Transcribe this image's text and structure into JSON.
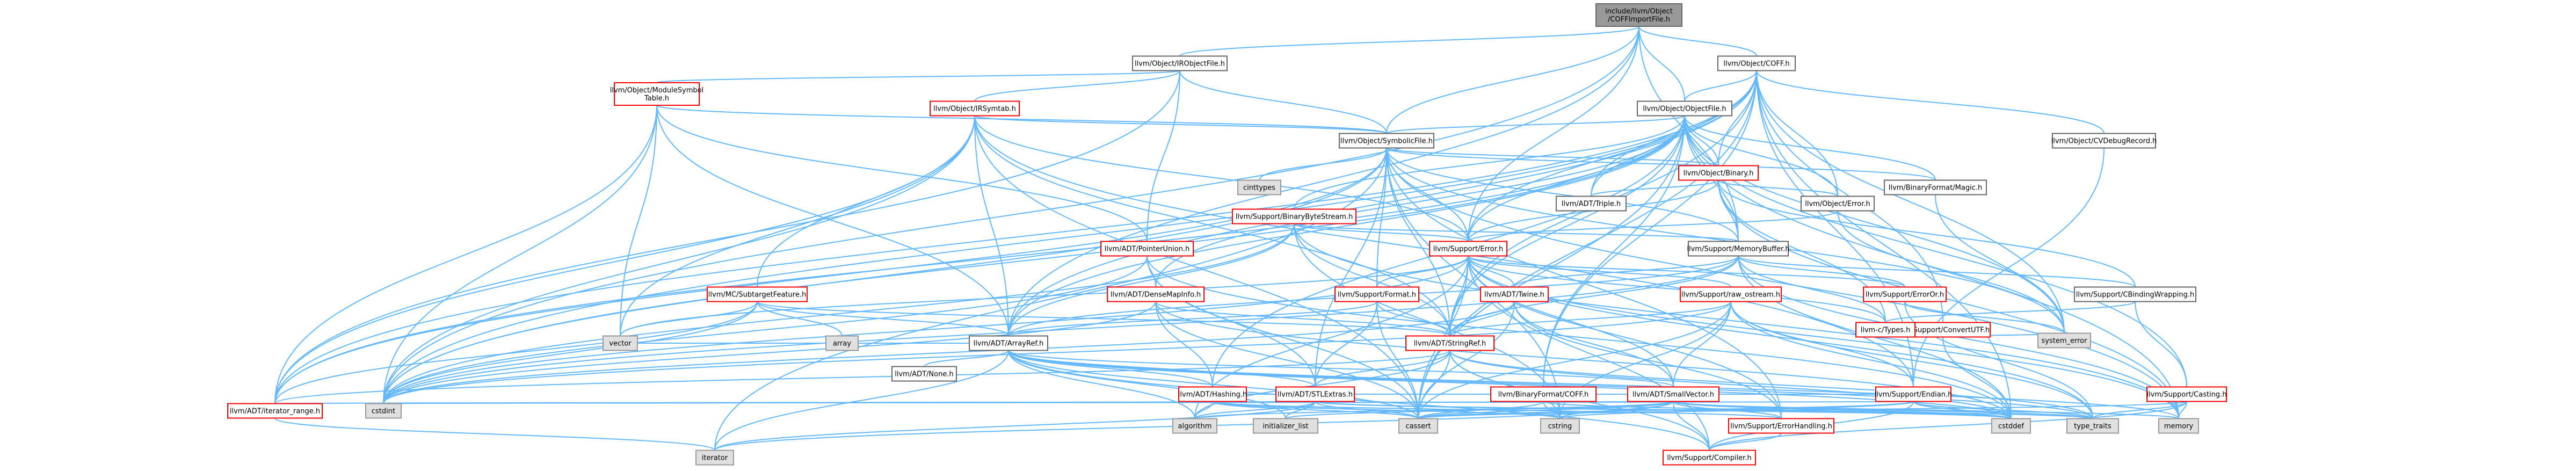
{
  "colors": {
    "edge": "#63b8ff",
    "root_fill": "#999999",
    "node_border": "#666666",
    "missing_fill": "#e0e0e0",
    "link_border": "#ff0000"
  },
  "nodes": [
    {
      "id": "root",
      "kind": "root",
      "lines": [
        "include/llvm/Object",
        "/COFFImportFile.h"
      ]
    },
    {
      "id": "irobjectfile",
      "kind": "normal",
      "lines": [
        "llvm/Object/IRObjectFile.h"
      ]
    },
    {
      "id": "coff",
      "kind": "normal",
      "lines": [
        "llvm/Object/COFF.h"
      ]
    },
    {
      "id": "modulesymtab",
      "kind": "redlink",
      "lines": [
        "llvm/Object/ModuleSymbol",
        "Table.h"
      ]
    },
    {
      "id": "irsymtab",
      "kind": "redlink",
      "lines": [
        "llvm/Object/IRSymtab.h"
      ]
    },
    {
      "id": "objectfile",
      "kind": "normal",
      "lines": [
        "llvm/Object/ObjectFile.h"
      ]
    },
    {
      "id": "cvdebug",
      "kind": "normal",
      "lines": [
        "llvm/Object/CVDebugRecord.h"
      ]
    },
    {
      "id": "symbolicfile",
      "kind": "normal",
      "lines": [
        "llvm/Object/SymbolicFile.h"
      ]
    },
    {
      "id": "binary",
      "kind": "redlink",
      "lines": [
        "llvm/Object/Binary.h"
      ]
    },
    {
      "id": "cinttypes",
      "kind": "missing",
      "lines": [
        "cinttypes"
      ]
    },
    {
      "id": "bfmagic",
      "kind": "normal",
      "lines": [
        "llvm/BinaryFormat/Magic.h"
      ]
    },
    {
      "id": "triple",
      "kind": "normal",
      "lines": [
        "llvm/ADT/Triple.h"
      ]
    },
    {
      "id": "objerror",
      "kind": "normal",
      "lines": [
        "llvm/Object/Error.h"
      ]
    },
    {
      "id": "binstream",
      "kind": "redlink",
      "lines": [
        "llvm/Support/BinaryByteStream.h"
      ]
    },
    {
      "id": "superror",
      "kind": "redlink",
      "lines": [
        "llvm/Support/Error.h"
      ]
    },
    {
      "id": "membuf",
      "kind": "normal",
      "lines": [
        "llvm/Support/MemoryBuffer.h"
      ]
    },
    {
      "id": "ptrunion",
      "kind": "redlink",
      "lines": [
        "llvm/ADT/PointerUnion.h"
      ]
    },
    {
      "id": "subtarget",
      "kind": "redlink",
      "lines": [
        "llvm/MC/SubtargetFeature.h"
      ]
    },
    {
      "id": "densemapinfo",
      "kind": "redlink",
      "lines": [
        "llvm/ADT/DenseMapInfo.h"
      ]
    },
    {
      "id": "format",
      "kind": "redlink",
      "lines": [
        "llvm/Support/Format.h"
      ]
    },
    {
      "id": "twine",
      "kind": "redlink",
      "lines": [
        "llvm/ADT/Twine.h"
      ]
    },
    {
      "id": "rawostream",
      "kind": "redlink",
      "lines": [
        "llvm/Support/raw_ostream.h"
      ]
    },
    {
      "id": "erroror",
      "kind": "redlink",
      "lines": [
        "llvm/Support/ErrorOr.h"
      ]
    },
    {
      "id": "cbinding",
      "kind": "normal",
      "lines": [
        "llvm/Support/CBindingWrapping.h"
      ]
    },
    {
      "id": "convertutf",
      "kind": "redlink",
      "lines": [
        "llvm/Support/ConvertUTF.h"
      ]
    },
    {
      "id": "ctypes",
      "kind": "redlink",
      "lines": [
        "llvm-c/Types.h"
      ]
    },
    {
      "id": "systemerror",
      "kind": "missing",
      "lines": [
        "system_error"
      ]
    },
    {
      "id": "vector",
      "kind": "missing",
      "lines": [
        "vector"
      ]
    },
    {
      "id": "arrayref",
      "kind": "normal",
      "lines": [
        "llvm/ADT/ArrayRef.h"
      ]
    },
    {
      "id": "array",
      "kind": "missing",
      "lines": [
        "array"
      ]
    },
    {
      "id": "none",
      "kind": "normal",
      "lines": [
        "llvm/ADT/None.h"
      ]
    },
    {
      "id": "stringref",
      "kind": "redlink",
      "lines": [
        "llvm/ADT/StringRef.h"
      ]
    },
    {
      "id": "hashing",
      "kind": "redlink",
      "lines": [
        "llvm/ADT/Hashing.h"
      ]
    },
    {
      "id": "stlextras",
      "kind": "redlink",
      "lines": [
        "llvm/ADT/STLExtras.h"
      ]
    },
    {
      "id": "bfcoff",
      "kind": "redlink",
      "lines": [
        "llvm/BinaryFormat/COFF.h"
      ]
    },
    {
      "id": "smallvector",
      "kind": "redlink",
      "lines": [
        "llvm/ADT/SmallVector.h"
      ]
    },
    {
      "id": "endian",
      "kind": "redlink",
      "lines": [
        "llvm/Support/Endian.h"
      ]
    },
    {
      "id": "casting",
      "kind": "redlink",
      "lines": [
        "llvm/Support/Casting.h"
      ]
    },
    {
      "id": "iterrange",
      "kind": "redlink",
      "lines": [
        "llvm/ADT/iterator_range.h"
      ]
    },
    {
      "id": "cstdint",
      "kind": "missing",
      "lines": [
        "cstdint"
      ]
    },
    {
      "id": "algorithm",
      "kind": "missing",
      "lines": [
        "algorithm"
      ]
    },
    {
      "id": "initlist",
      "kind": "missing",
      "lines": [
        "initializer_list"
      ]
    },
    {
      "id": "cassert",
      "kind": "missing",
      "lines": [
        "cassert"
      ]
    },
    {
      "id": "cstring",
      "kind": "missing",
      "lines": [
        "cstring"
      ]
    },
    {
      "id": "errhandling",
      "kind": "redlink",
      "lines": [
        "llvm/Support/ErrorHandling.h"
      ]
    },
    {
      "id": "cstddef",
      "kind": "missing",
      "lines": [
        "cstddef"
      ]
    },
    {
      "id": "typetraits",
      "kind": "missing",
      "lines": [
        "type_traits"
      ]
    },
    {
      "id": "memory",
      "kind": "missing",
      "lines": [
        "memory"
      ]
    },
    {
      "id": "compiler",
      "kind": "redlink",
      "lines": [
        "llvm/Support/Compiler.h"
      ]
    },
    {
      "id": "iterator",
      "kind": "missing",
      "lines": [
        "iterator"
      ]
    }
  ],
  "edges": [
    [
      "root",
      "irobjectfile"
    ],
    [
      "root",
      "coff"
    ],
    [
      "root",
      "objectfile"
    ],
    [
      "root",
      "symbolicfile"
    ],
    [
      "root",
      "arrayref"
    ],
    [
      "root",
      "membuf"
    ],
    [
      "root",
      "superror"
    ],
    [
      "root",
      "cstdint"
    ],
    [
      "irobjectfile",
      "modulesymtab"
    ],
    [
      "irobjectfile",
      "irsymtab"
    ],
    [
      "irobjectfile",
      "symbolicfile"
    ],
    [
      "irobjectfile",
      "ptrunion"
    ],
    [
      "irobjectfile",
      "iterrange"
    ],
    [
      "coff",
      "objectfile"
    ],
    [
      "coff",
      "cvdebug"
    ],
    [
      "coff",
      "binary"
    ],
    [
      "coff",
      "objerror"
    ],
    [
      "coff",
      "superror"
    ],
    [
      "coff",
      "convertutf"
    ],
    [
      "coff",
      "endian"
    ],
    [
      "coff",
      "bfcoff"
    ],
    [
      "coff",
      "stringref"
    ],
    [
      "coff",
      "arrayref"
    ],
    [
      "coff",
      "iterrange"
    ],
    [
      "coff",
      "cassert"
    ],
    [
      "coff",
      "cstddef"
    ],
    [
      "coff",
      "cstdint"
    ],
    [
      "coff",
      "systemerror"
    ],
    [
      "coff",
      "triple"
    ],
    [
      "modulesymtab",
      "symbolicfile"
    ],
    [
      "modulesymtab",
      "ptrunion"
    ],
    [
      "modulesymtab",
      "arrayref"
    ],
    [
      "modulesymtab",
      "vector"
    ],
    [
      "modulesymtab",
      "iterrange"
    ],
    [
      "modulesymtab",
      "cstdint"
    ],
    [
      "irsymtab",
      "symbolicfile"
    ],
    [
      "irsymtab",
      "subtarget"
    ],
    [
      "irsymtab",
      "arrayref"
    ],
    [
      "irsymtab",
      "stringref"
    ],
    [
      "irsymtab",
      "iterrange"
    ],
    [
      "irsymtab",
      "vector"
    ],
    [
      "irsymtab",
      "cassert"
    ],
    [
      "irsymtab",
      "cstdint"
    ],
    [
      "irsymtab",
      "superror"
    ],
    [
      "irsymtab",
      "endian"
    ],
    [
      "objectfile",
      "symbolicfile"
    ],
    [
      "objectfile",
      "binary"
    ],
    [
      "objectfile",
      "bfmagic"
    ],
    [
      "objectfile",
      "triple"
    ],
    [
      "objectfile",
      "objerror"
    ],
    [
      "objectfile",
      "binstream"
    ],
    [
      "objectfile",
      "superror"
    ],
    [
      "objectfile",
      "membuf"
    ],
    [
      "objectfile",
      "densemapinfo"
    ],
    [
      "objectfile",
      "arrayref"
    ],
    [
      "objectfile",
      "stringref"
    ],
    [
      "objectfile",
      "casting"
    ],
    [
      "objectfile",
      "iterrange"
    ],
    [
      "objectfile",
      "cassert"
    ],
    [
      "objectfile",
      "cstdint"
    ],
    [
      "objectfile",
      "memory"
    ],
    [
      "objectfile",
      "systemerror"
    ],
    [
      "objectfile",
      "hashing"
    ],
    [
      "objectfile",
      "bfcoff"
    ],
    [
      "cvdebug",
      "endian"
    ],
    [
      "symbolicfile",
      "binary"
    ],
    [
      "symbolicfile",
      "cinttypes"
    ],
    [
      "symbolicfile",
      "bfmagic"
    ],
    [
      "symbolicfile",
      "superror"
    ],
    [
      "symbolicfile",
      "format"
    ],
    [
      "symbolicfile",
      "membuf"
    ],
    [
      "symbolicfile",
      "stringref"
    ],
    [
      "symbolicfile",
      "iterrange"
    ],
    [
      "symbolicfile",
      "cstdint"
    ],
    [
      "symbolicfile",
      "cstring"
    ],
    [
      "symbolicfile",
      "iterator"
    ],
    [
      "symbolicfile",
      "memory"
    ],
    [
      "symbolicfile",
      "systemerror"
    ],
    [
      "symbolicfile",
      "errhandling"
    ],
    [
      "symbolicfile",
      "stlextras"
    ],
    [
      "binary",
      "ctypes"
    ],
    [
      "binary",
      "triple"
    ],
    [
      "binary",
      "objerror"
    ],
    [
      "binary",
      "superror"
    ],
    [
      "binary",
      "membuf"
    ],
    [
      "binary",
      "cbinding"
    ],
    [
      "binary",
      "memory"
    ],
    [
      "binary",
      "utility"
    ],
    [
      "bfmagic",
      "systemerror"
    ],
    [
      "objerror",
      "superror"
    ],
    [
      "objerror",
      "systemerror"
    ],
    [
      "binstream",
      "arrayref"
    ],
    [
      "binstream",
      "stringref"
    ],
    [
      "binstream",
      "superror"
    ],
    [
      "binstream",
      "membuf"
    ],
    [
      "binstream",
      "memory"
    ],
    [
      "binstream",
      "cstdint"
    ],
    [
      "binstream",
      "cstring"
    ],
    [
      "superror",
      "ctypes"
    ],
    [
      "superror",
      "smallvector"
    ],
    [
      "superror",
      "stringref"
    ],
    [
      "superror",
      "twine"
    ],
    [
      "superror",
      "errhandling"
    ],
    [
      "superror",
      "erroror"
    ],
    [
      "superror",
      "format"
    ],
    [
      "superror",
      "rawostream"
    ],
    [
      "superror",
      "compiler"
    ],
    [
      "superror",
      "algorithm"
    ],
    [
      "superror",
      "cassert"
    ],
    [
      "superror",
      "cstdint"
    ],
    [
      "superror",
      "cstdlib"
    ],
    [
      "superror",
      "functional"
    ],
    [
      "superror",
      "memory"
    ],
    [
      "superror",
      "new"
    ],
    [
      "superror",
      "optional"
    ],
    [
      "superror",
      "string"
    ],
    [
      "superror",
      "system_error"
    ],
    [
      "superror",
      "typetraits"
    ],
    [
      "superror",
      "utility"
    ],
    [
      "superror",
      "vector"
    ],
    [
      "membuf",
      "ctypes"
    ],
    [
      "membuf",
      "arrayref"
    ],
    [
      "membuf",
      "stringref"
    ],
    [
      "membuf",
      "twine"
    ],
    [
      "membuf",
      "cbinding"
    ],
    [
      "membuf",
      "erroror"
    ],
    [
      "membuf",
      "cstddef"
    ],
    [
      "membuf",
      "cstdint"
    ],
    [
      "membuf",
      "memory"
    ],
    [
      "ptrunion",
      "densemapinfo"
    ],
    [
      "ptrunion",
      "stlextras"
    ],
    [
      "ptrunion",
      "cassert"
    ],
    [
      "ptrunion",
      "cstddef"
    ],
    [
      "ptrunion",
      "cstdint"
    ],
    [
      "subtarget",
      "stringref"
    ],
    [
      "subtarget",
      "array"
    ],
    [
      "subtarget",
      "cstdint"
    ],
    [
      "subtarget",
      "vector"
    ],
    [
      "subtarget",
      "arrayref"
    ],
    [
      "subtarget",
      "iterrange"
    ],
    [
      "densemapinfo",
      "hashing"
    ],
    [
      "densemapinfo",
      "cassert"
    ],
    [
      "densemapinfo",
      "cstddef"
    ],
    [
      "densemapinfo",
      "cstdint"
    ],
    [
      "densemapinfo",
      "utility"
    ],
    [
      "format",
      "arrayref"
    ],
    [
      "format",
      "stringref"
    ],
    [
      "format",
      "stlextras"
    ],
    [
      "format",
      "cassert"
    ],
    [
      "format",
      "cstdio"
    ],
    [
      "format",
      "tuple"
    ],
    [
      "format",
      "utility"
    ],
    [
      "twine",
      "smallvector"
    ],
    [
      "twine",
      "stringref"
    ],
    [
      "twine",
      "errhandling"
    ],
    [
      "twine",
      "cassert"
    ],
    [
      "twine",
      "cstdint"
    ],
    [
      "twine",
      "string"
    ],
    [
      "rawostream",
      "stringref"
    ],
    [
      "rawostream",
      "cassert"
    ],
    [
      "rawostream",
      "cstddef"
    ],
    [
      "rawostream",
      "cstdint"
    ],
    [
      "rawostream",
      "cstring"
    ],
    [
      "rawostream",
      "string"
    ],
    [
      "rawostream",
      "system_error"
    ],
    [
      "rawostream",
      "typetraits"
    ],
    [
      "rawostream",
      "smallvector"
    ],
    [
      "rawostream",
      "endian"
    ],
    [
      "erroror",
      "systemerror"
    ],
    [
      "erroror",
      "typetraits"
    ],
    [
      "cbinding",
      "ctypes"
    ],
    [
      "cbinding",
      "casting"
    ],
    [
      "convertutf",
      "systemerror"
    ],
    [
      "convertutf",
      "cstddef"
    ],
    [
      "convertutf",
      "string"
    ],
    [
      "arrayref",
      "hashing"
    ],
    [
      "arrayref",
      "none"
    ],
    [
      "arrayref",
      "smallvector"
    ],
    [
      "arrayref",
      "stlextras"
    ],
    [
      "arrayref",
      "compiler"
    ],
    [
      "arrayref",
      "algorithm"
    ],
    [
      "arrayref",
      "array"
    ],
    [
      "arrayref",
      "cassert"
    ],
    [
      "arrayref",
      "cstddef"
    ],
    [
      "arrayref",
      "initlist"
    ],
    [
      "arrayref",
      "iterator"
    ],
    [
      "arrayref",
      "memory"
    ],
    [
      "arrayref",
      "typetraits"
    ],
    [
      "arrayref",
      "vector"
    ],
    [
      "stringref",
      "stlextras"
    ],
    [
      "stringref",
      "iterrange"
    ],
    [
      "stringref",
      "compiler"
    ],
    [
      "stringref",
      "algorithm"
    ],
    [
      "stringref",
      "cassert"
    ],
    [
      "stringref",
      "cstddef"
    ],
    [
      "stringref",
      "cstring"
    ],
    [
      "stringref",
      "limits"
    ],
    [
      "stringref",
      "string"
    ],
    [
      "stringref",
      "typetraits"
    ],
    [
      "stringref",
      "utility"
    ],
    [
      "stringref",
      "densemapinfo"
    ],
    [
      "hashing",
      "errhandling"
    ],
    [
      "hashing",
      "algorithm"
    ],
    [
      "hashing",
      "cassert"
    ],
    [
      "hashing",
      "cstring"
    ],
    [
      "hashing",
      "string"
    ],
    [
      "hashing",
      "tuple"
    ],
    [
      "hashing",
      "utility"
    ],
    [
      "hashing",
      "endian"
    ],
    [
      "stlextras",
      "iterrange"
    ],
    [
      "stlextras",
      "algorithm"
    ],
    [
      "stlextras",
      "cassert"
    ],
    [
      "stlextras",
      "cstddef"
    ],
    [
      "stlextras",
      "cstdint"
    ],
    [
      "stlextras",
      "initlist"
    ],
    [
      "stlextras",
      "iterator"
    ],
    [
      "stlextras",
      "typetraits"
    ],
    [
      "bfcoff",
      "cassert"
    ],
    [
      "bfcoff",
      "cstddef"
    ],
    [
      "bfcoff",
      "cstring"
    ],
    [
      "smallvector",
      "compiler"
    ],
    [
      "smallvector",
      "algorithm"
    ],
    [
      "smallvector",
      "cassert"
    ],
    [
      "smallvector",
      "cstddef"
    ],
    [
      "smallvector",
      "cstdint"
    ],
    [
      "smallvector",
      "cstring"
    ],
    [
      "smallvector",
      "initlist"
    ],
    [
      "smallvector",
      "iterator"
    ],
    [
      "smallvector",
      "memory"
    ],
    [
      "smallvector",
      "typetraits"
    ],
    [
      "smallvector",
      "errhandling"
    ],
    [
      "endian",
      "compiler"
    ],
    [
      "endian",
      "cassert"
    ],
    [
      "endian",
      "cstddef"
    ],
    [
      "endian",
      "cstdint"
    ],
    [
      "endian",
      "cstring"
    ],
    [
      "endian",
      "typetraits"
    ],
    [
      "casting",
      "compiler"
    ],
    [
      "casting",
      "cassert"
    ],
    [
      "casting",
      "memory"
    ],
    [
      "casting",
      "typetraits"
    ],
    [
      "iterrange",
      "iterator"
    ],
    [
      "errhandling",
      "compiler"
    ]
  ]
}
